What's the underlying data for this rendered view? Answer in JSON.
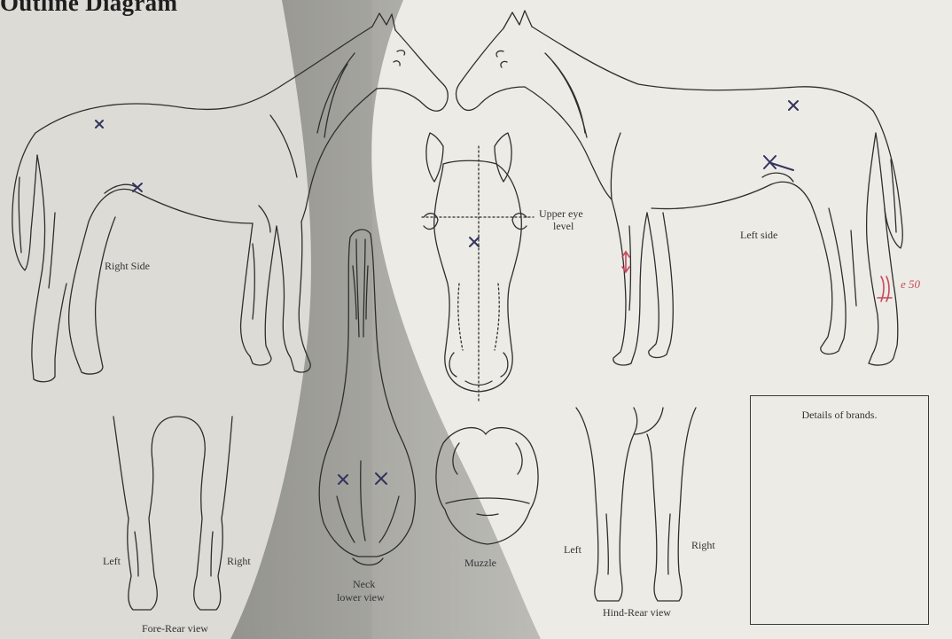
{
  "title": "Outline Diagram",
  "labels": {
    "right_side": "Right Side",
    "left_side": "Left side",
    "upper_eye_1": "Upper eye",
    "upper_eye_2": "level",
    "fore_left": "Left",
    "fore_right": "Right",
    "fore_rear": "Fore-Rear view",
    "neck_1": "Neck",
    "neck_2": "lower view",
    "muzzle": "Muzzle",
    "hind_left": "Left",
    "hind_right": "Right",
    "hind_rear": "Hind-Rear view",
    "brands": "Details of brands.",
    "handwritten_note": "e 50"
  },
  "colors": {
    "paper": "#ecebe6",
    "line": "#2e2e2e",
    "blue_mark": "#33335e",
    "red_mark": "#c9485a",
    "shadow": "#7f7f7a"
  },
  "marks": [
    "blue-x-right-flank",
    "blue-x-right-stifle",
    "blue-x-forehead",
    "blue-x-left-flank",
    "blue-x-left-stifle",
    "blue-x-neck-left",
    "blue-x-neck-right",
    "red-arrow-left-foreleg",
    "red-mark-left-hindleg"
  ]
}
